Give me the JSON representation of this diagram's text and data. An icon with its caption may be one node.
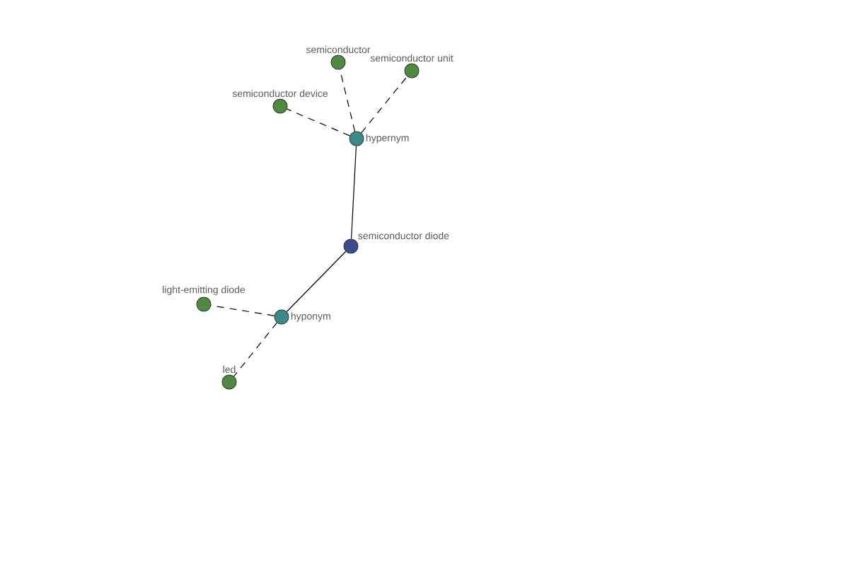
{
  "diagram": {
    "nodes": [
      {
        "text": [
          "semiconductor diode"
        ]
      },
      {
        "text": [
          "hypernym"
        ]
      },
      {
        "text": [
          "hyponym"
        ]
      },
      {
        "text": [
          "semiconductor"
        ]
      },
      {
        "text": [
          "semiconductor unit"
        ]
      },
      {
        "text": [
          "semiconductor device"
        ]
      },
      {
        "text": [
          "light-emitting diode"
        ]
      },
      {
        "text": [
          "led"
        ]
      }
    ],
    "edges": [
      {
        "from": 0,
        "to": 1,
        "arrow": "none"
      },
      {
        "from": 1,
        "to": 3,
        "arrow": "none",
        "style": "dashed"
      },
      {
        "from": 1,
        "to": 4,
        "arrow": "none",
        "style": "dashed"
      },
      {
        "from": 1,
        "to": 5,
        "arrow": "none",
        "style": "dashed"
      },
      {
        "from": 0,
        "to": 2,
        "arrow": "none"
      },
      {
        "from": 2,
        "to": 6,
        "arrow": "none",
        "style": "dashed"
      },
      {
        "from": 2,
        "to": 7,
        "arrow": "none",
        "style": "dashed"
      }
    ]
  }
}
